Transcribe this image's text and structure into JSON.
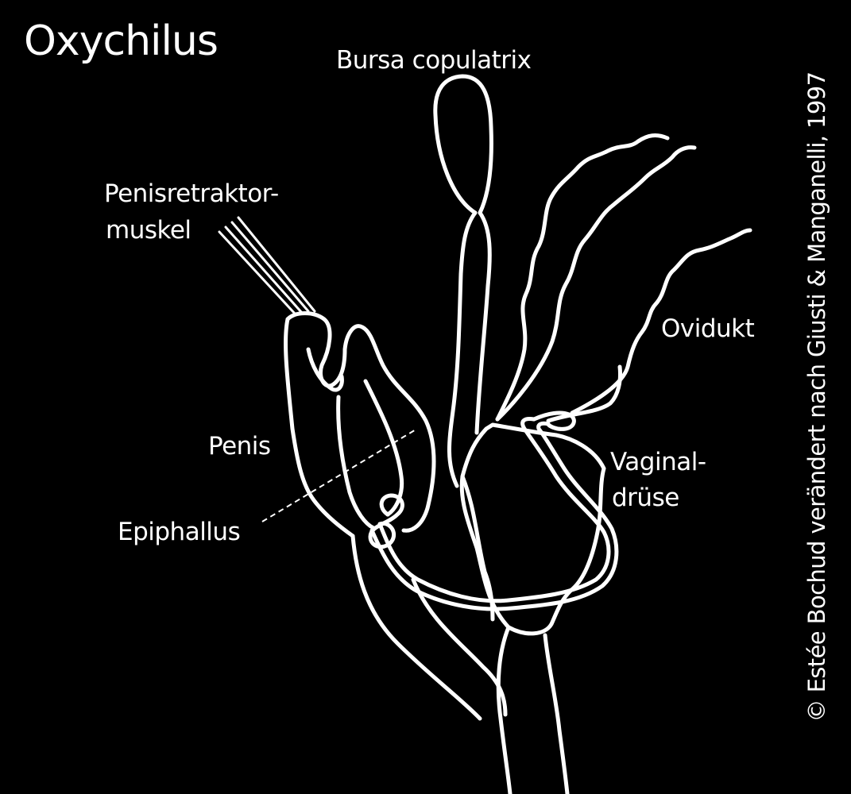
{
  "title": "Oxychilus",
  "labels": {
    "bursa": "Bursa copulatrix",
    "retractor_line1": "Penisretraktor-",
    "retractor_line2": "muskel",
    "ovidukt": "Ovidukt",
    "penis": "Penis",
    "vaginal_line1": "Vaginal-",
    "vaginal_line2": "drüse",
    "epiphallus": "Epiphallus"
  },
  "credit": "© Estée Bochud verändert nach Giusti & Manganelli, 1997",
  "colors": {
    "background": "#000000",
    "line": "#ffffff"
  }
}
